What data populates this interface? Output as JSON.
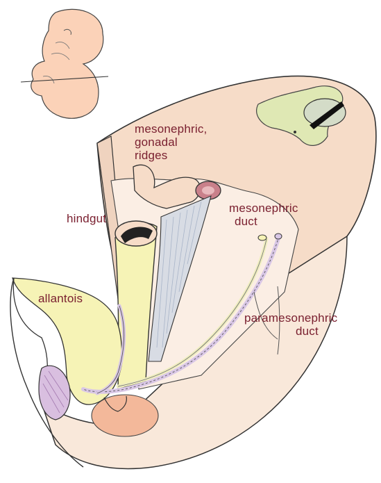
{
  "colors": {
    "label_text": "#7a2030",
    "tissue_fill": "#f6dcc8",
    "tissue_light": "#f9e8da",
    "outline": "#333333",
    "neural_tube": "#dfe8b4",
    "hindgut_tube": "#f6f3b6",
    "allantois": "#f6f3b6",
    "gonadal_ridge": "#c9808a",
    "ducts": "#d9c7e6",
    "cloaca_pink": "#f3b89a",
    "embryo_skin": "#fbd2b8"
  },
  "labels": {
    "mesonephric_gonadal_ridges": [
      "mesonephric,",
      "gonadal",
      "ridges"
    ],
    "hindgut": "hindgut",
    "mesonephric_duct": [
      "mesonephric",
      "duct"
    ],
    "allantois": "allantois",
    "paramesonephric_duct": [
      "paramesonephric",
      "duct"
    ]
  }
}
